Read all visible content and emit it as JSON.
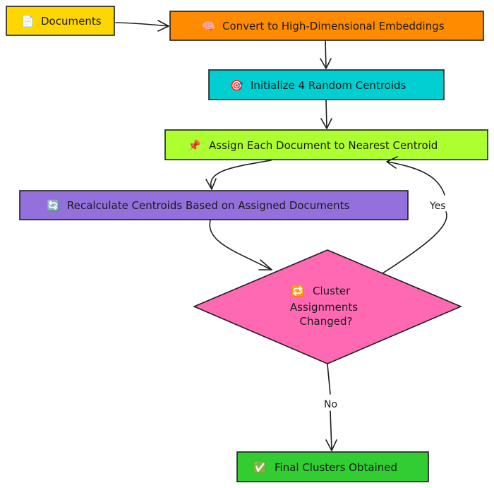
{
  "nodes": {
    "documents": {
      "icon": "📄",
      "label": "Documents",
      "color": "#ffd700"
    },
    "embeddings": {
      "icon": "🧠",
      "label": "Convert to High-Dimensional Embeddings",
      "color": "#ff8c00"
    },
    "init": {
      "icon": "🎯",
      "label": "Initialize 4 Random Centroids",
      "color": "#00ced1"
    },
    "assign": {
      "icon": "📌",
      "label": "Assign Each Document to Nearest Centroid",
      "color": "#adff2f"
    },
    "recalc": {
      "icon": "🔄",
      "label": "Recalculate Centroids Based on Assigned Documents",
      "color": "#9370db"
    },
    "decision": {
      "icon": "🔁",
      "lines": [
        "Cluster",
        "Assignments",
        "Changed?"
      ],
      "color": "#ff69b4"
    },
    "final": {
      "icon": "✅",
      "label": "Final Clusters Obtained",
      "color": "#32cd32"
    }
  },
  "edges": {
    "yes_label": "Yes",
    "no_label": "No"
  }
}
